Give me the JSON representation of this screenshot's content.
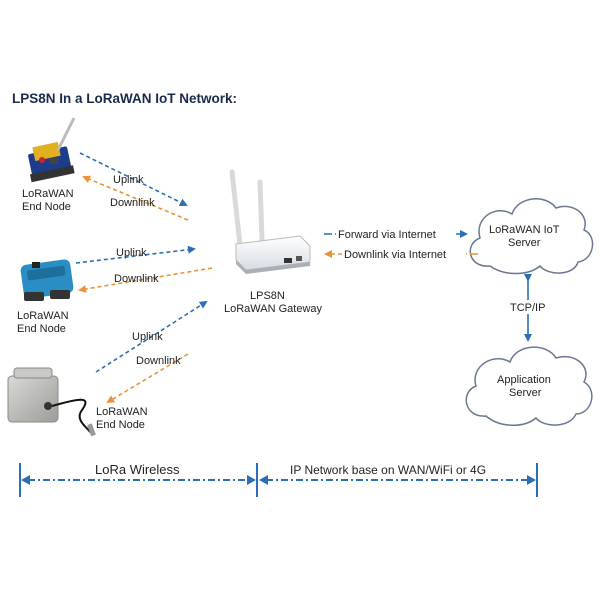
{
  "title": "LPS8N In a LoRaWAN IoT Network:",
  "nodes": {
    "end_node_1": {
      "line1": "LoRaWAN",
      "line2": "End Node"
    },
    "end_node_2": {
      "line1": "LoRaWAN",
      "line2": "End Node"
    },
    "end_node_3": {
      "line1": "LoRaWAN",
      "line2": "End Node"
    },
    "gateway": {
      "line1": "LPS8N",
      "line2": "LoRaWAN Gateway"
    },
    "iot_server": {
      "line1": "LoRaWAN IoT",
      "line2": "Server"
    },
    "app_server": {
      "line1": "Application",
      "line2": "Server"
    }
  },
  "links": {
    "uplink_1": "Uplink",
    "downlink_1": "Downlink",
    "uplink_2": "Uplink",
    "downlink_2": "Downlink",
    "uplink_3": "Uplink",
    "downlink_3": "Downlink",
    "forward": "Forward via Internet",
    "downlink_internet": "Downlink via Internet",
    "tcpip": "TCP/IP"
  },
  "bottom": {
    "lora_wireless": "LoRa Wireless",
    "ip_network": "IP Network base on WAN/WiFi or 4G"
  },
  "colors": {
    "uplink": "#2a6fb5",
    "downlink": "#e8923a",
    "title": "#1a2a4e",
    "cloud_stroke": "#6b7890"
  }
}
